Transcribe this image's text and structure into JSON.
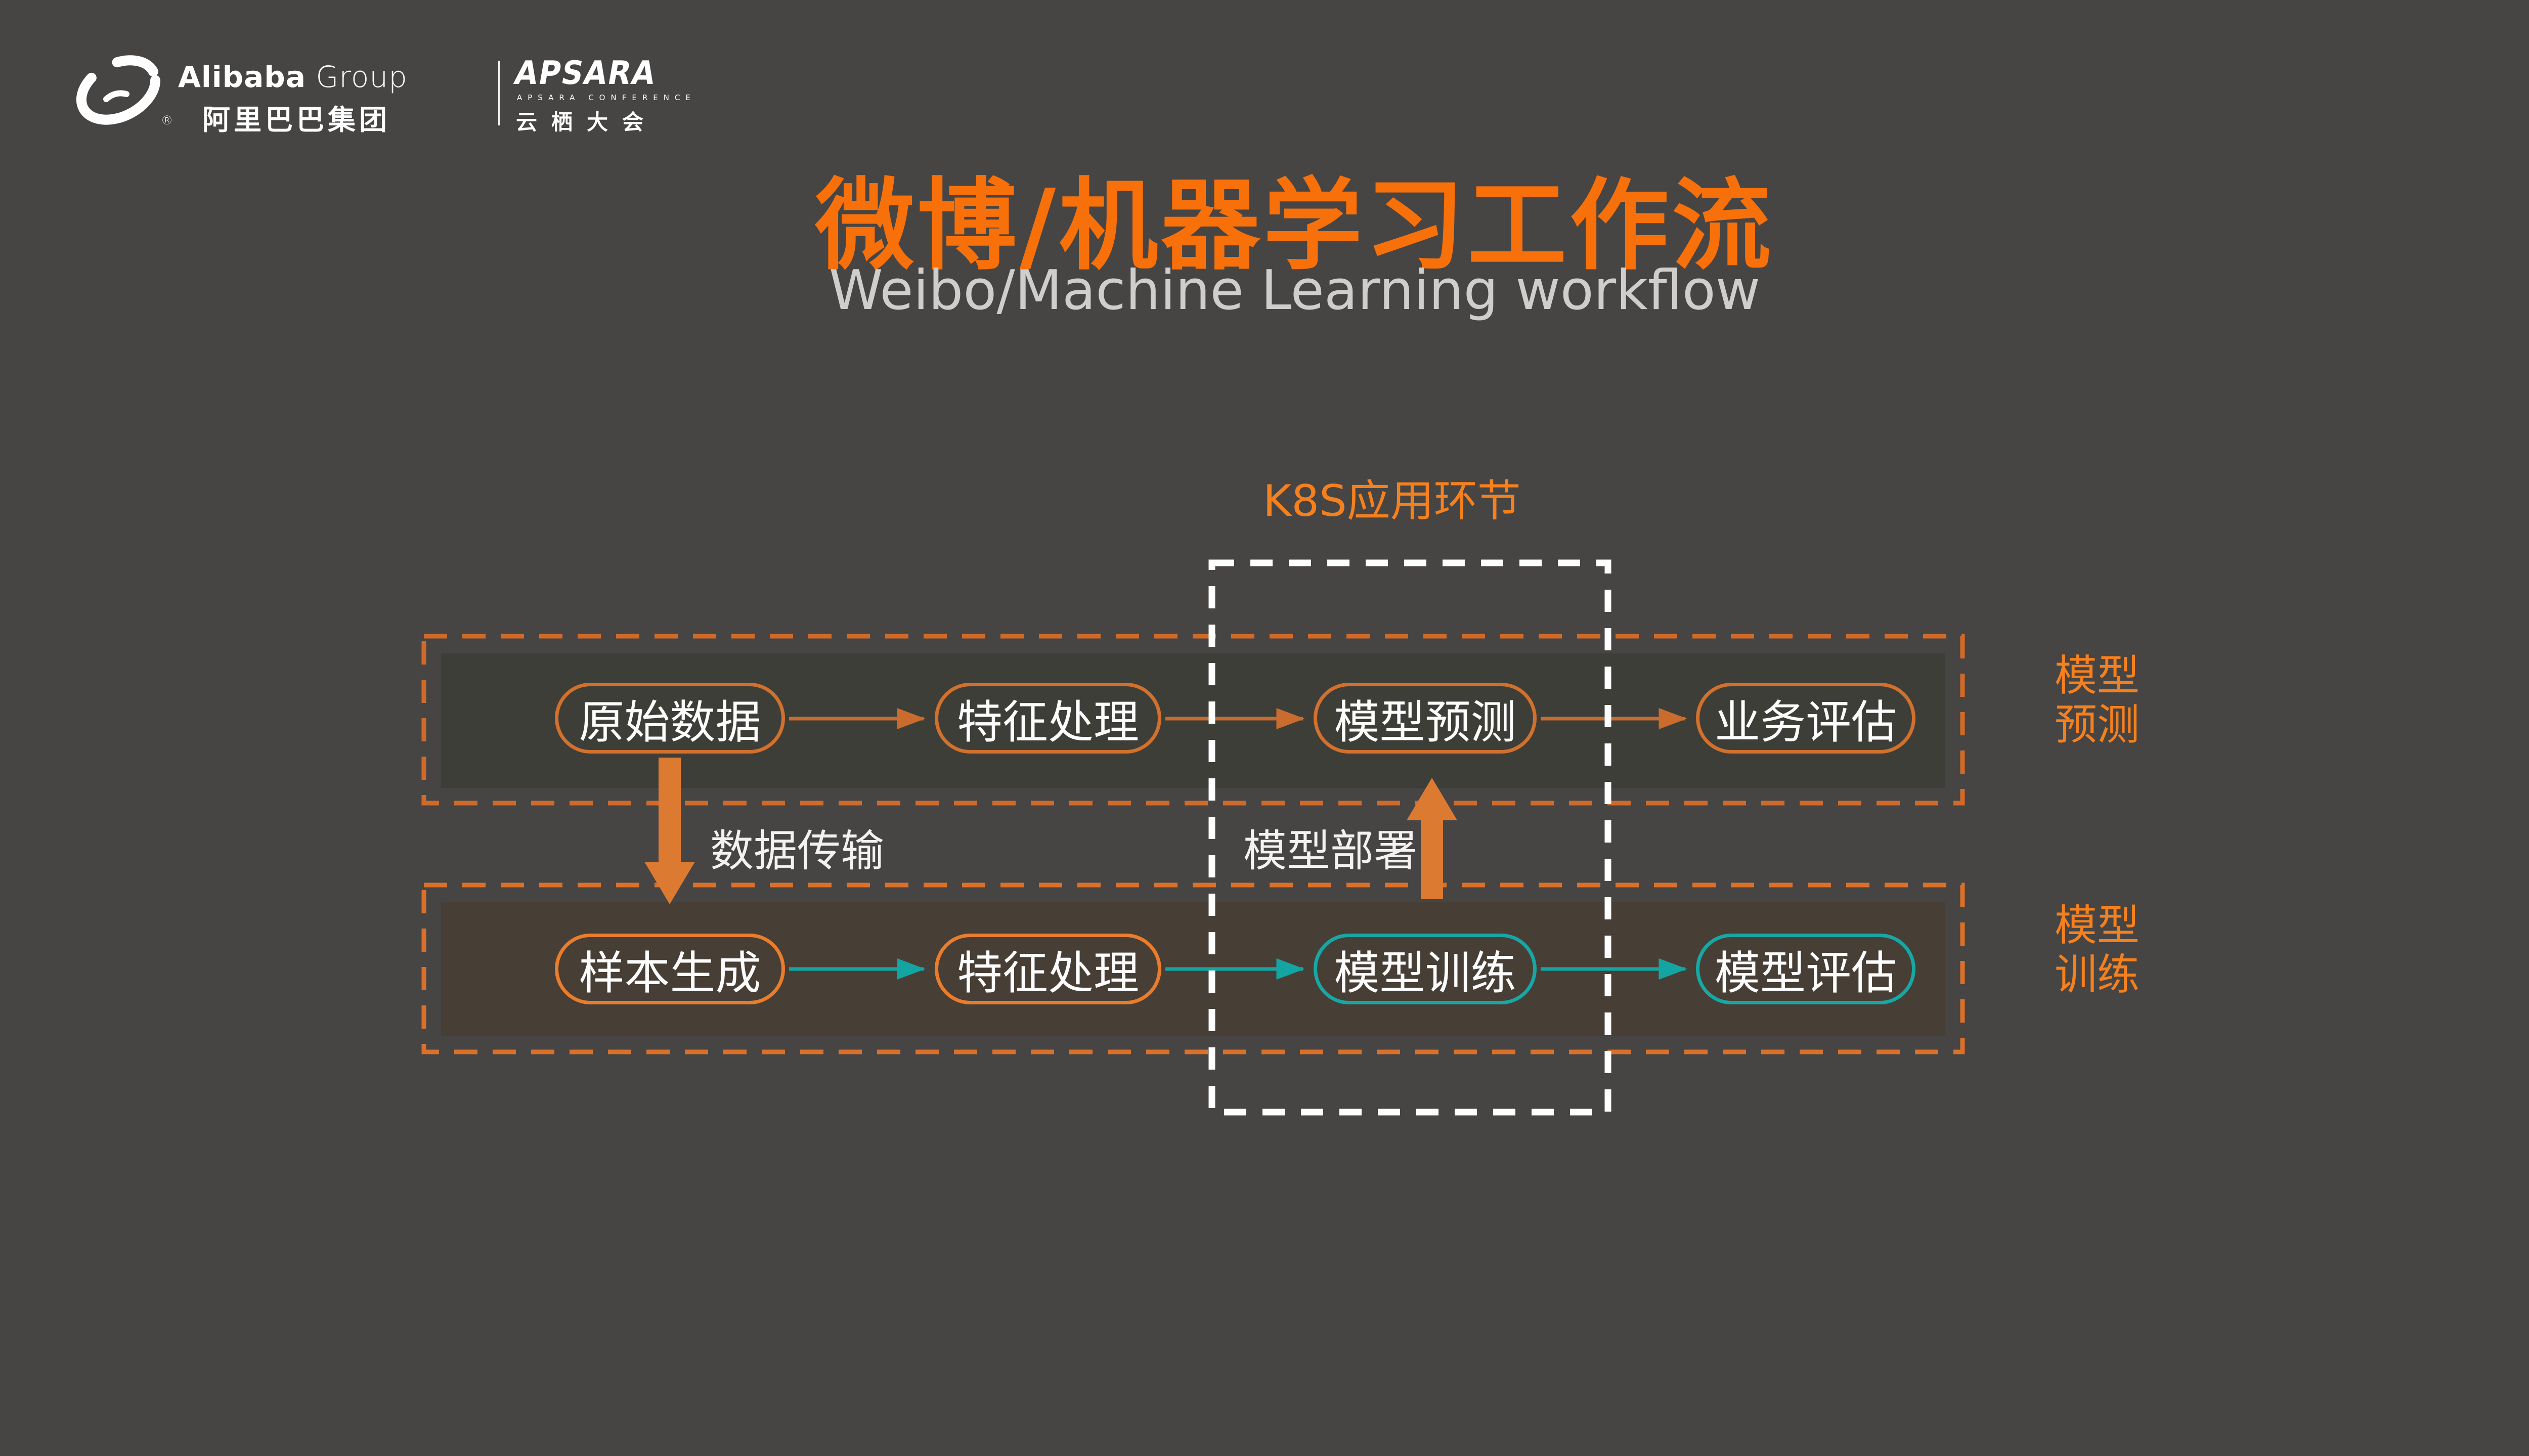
{
  "slide": {
    "background_color": "#464544",
    "accent_orange": "#f8700a",
    "label_orange": "#f5801e",
    "teal": "#17a7a4",
    "thick_arrow_color": "#dd7a32",
    "panel_dash_color": "#d16a29",
    "white_dash_color": "#ffffff"
  },
  "logo": {
    "alibaba_name": "Alibaba",
    "alibaba_suffix": "Group",
    "registered_mark": "®",
    "alibaba_cn": "阿里巴巴集团",
    "apsara_wordmark": "APSARA",
    "apsara_conference": "APSARA CONFERENCE",
    "apsara_cn": "云栖大会"
  },
  "header": {
    "title": "微博/机器学习工作流",
    "subtitle": "Weibo/Machine Learning workflow"
  },
  "diagram": {
    "k8s_zone_label": "K8S应用环节",
    "rows": [
      {
        "id": "model-prediction-row",
        "side_label_line1": "模型",
        "side_label_line2": "预测",
        "connector_color": "#c96c2e",
        "nodes": [
          {
            "label": "原始数据",
            "border_color": "#d2702e"
          },
          {
            "label": "特征处理",
            "border_color": "#d2702e"
          },
          {
            "label": "模型预测",
            "border_color": "#d2702e"
          },
          {
            "label": "业务评估",
            "border_color": "#d2702e"
          }
        ]
      },
      {
        "id": "model-training-row",
        "side_label_line1": "模型",
        "side_label_line2": "训练",
        "connector_color": "#14a5a2",
        "nodes": [
          {
            "label": "样本生成",
            "border_color": "#ea7d2c"
          },
          {
            "label": "特征处理",
            "border_color": "#ea7d2c"
          },
          {
            "label": "模型训练",
            "border_color": "#17a7a4"
          },
          {
            "label": "模型评估",
            "border_color": "#17a7a4"
          }
        ]
      }
    ],
    "transfer_arrow_label": "数据传输",
    "deploy_arrow_label": "模型部署"
  }
}
